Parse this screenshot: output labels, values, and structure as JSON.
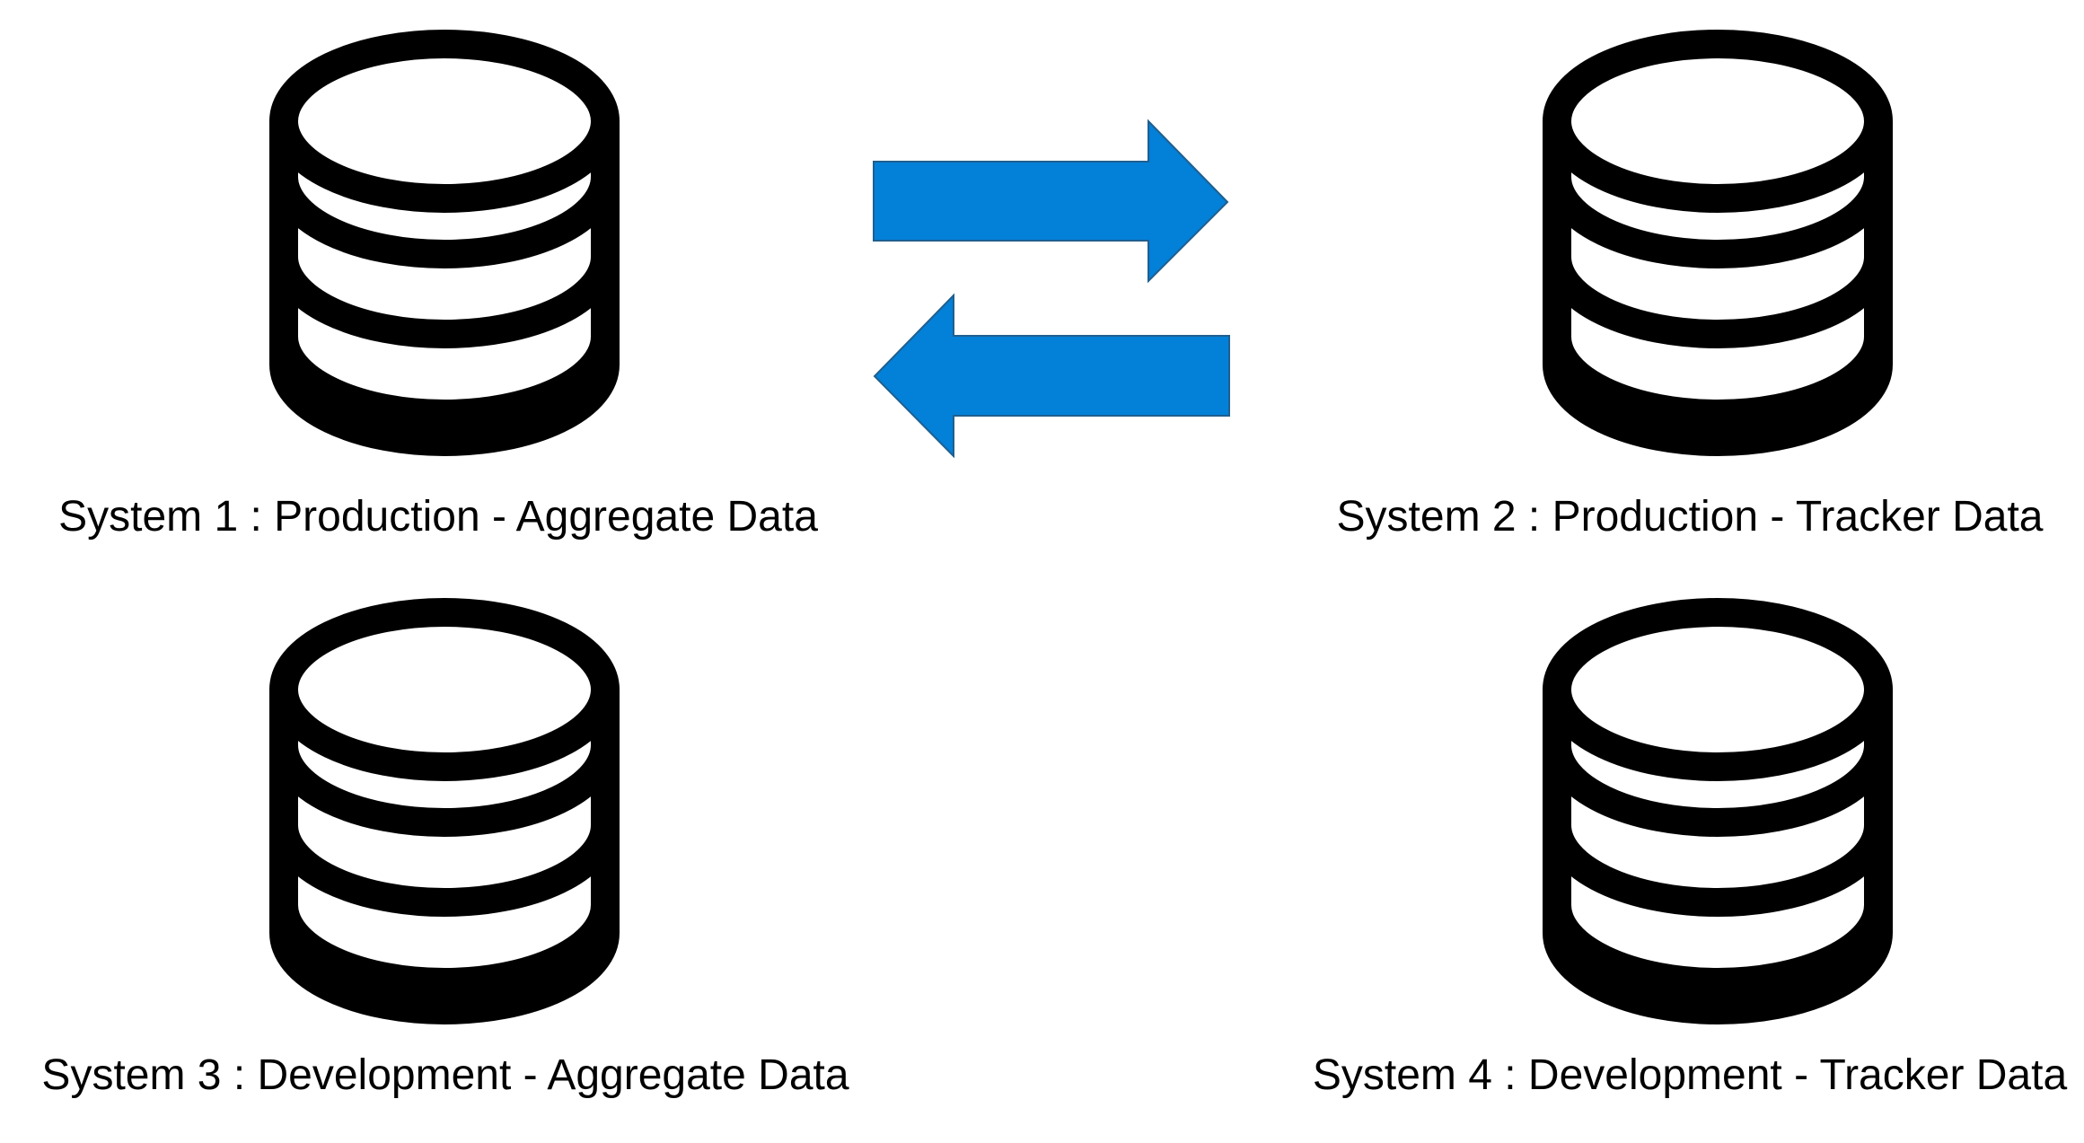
{
  "colors": {
    "arrow_fill": "#0380D8",
    "arrow_stroke": "#1F5F8F",
    "db_stroke": "#000000"
  },
  "systems": [
    {
      "label": "System 1 : Production - Aggregate Data",
      "icon": "database-icon"
    },
    {
      "label": "System 2 : Production - Tracker Data",
      "icon": "database-icon"
    },
    {
      "label": "System 3 : Development - Aggregate Data",
      "icon": "database-icon"
    },
    {
      "label": "System 4 : Development - Tracker Data",
      "icon": "database-icon"
    }
  ],
  "connections": [
    {
      "from": "System 1",
      "to": "System 2",
      "icon": "arrow-right-icon"
    },
    {
      "from": "System 2",
      "to": "System 1",
      "icon": "arrow-left-icon"
    }
  ]
}
